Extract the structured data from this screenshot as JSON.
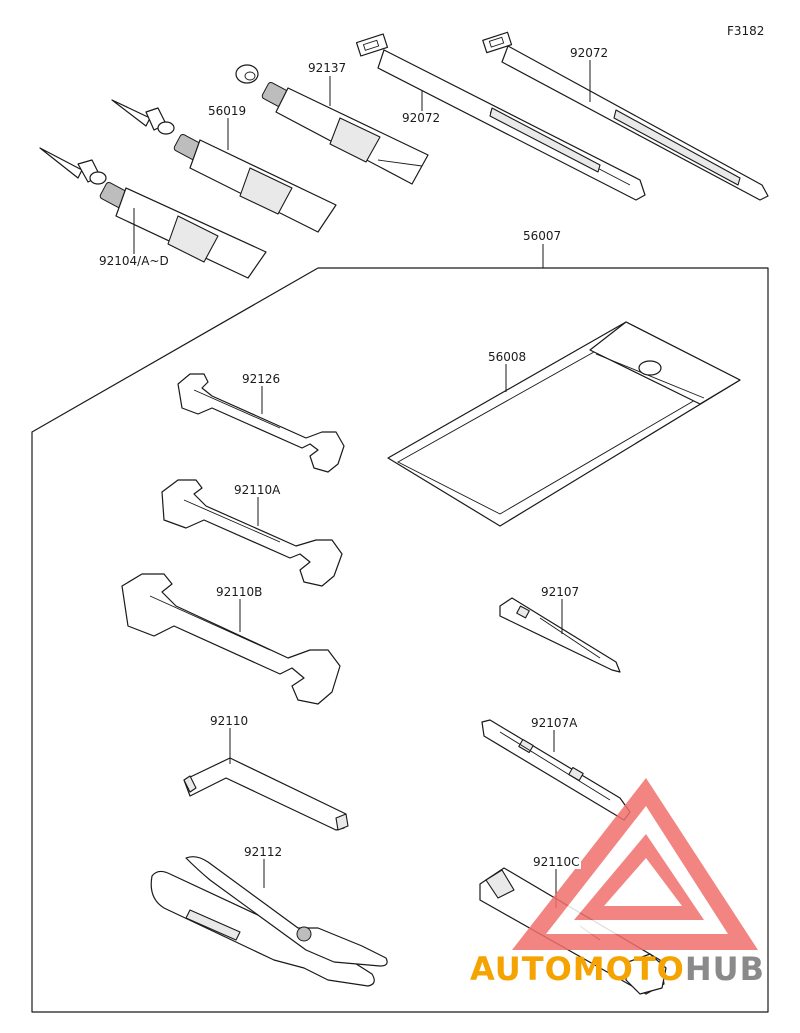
{
  "figure_code": "F3182",
  "labels": {
    "tie_a": "92072",
    "tie_b": "92072",
    "tube_a": "92137",
    "tube_b": "56019",
    "tube_c": "92104/A~D",
    "toolkit": "56007",
    "tool_bag": "56008",
    "wrench_a": "92126",
    "wrench_b": "92110A",
    "wrench_c": "92110B",
    "hex_key": "92110",
    "pliers": "92112",
    "screwdriver_bit": "92107",
    "screwdriver_handle": "92107A",
    "box_wrench": "92110C"
  },
  "watermark": {
    "part1": "AUTOMOTO",
    "part2": "HUB",
    "colors": {
      "triangle": "#f0706c",
      "orange": "#f5a300",
      "gray": "#8a8a8a"
    }
  }
}
